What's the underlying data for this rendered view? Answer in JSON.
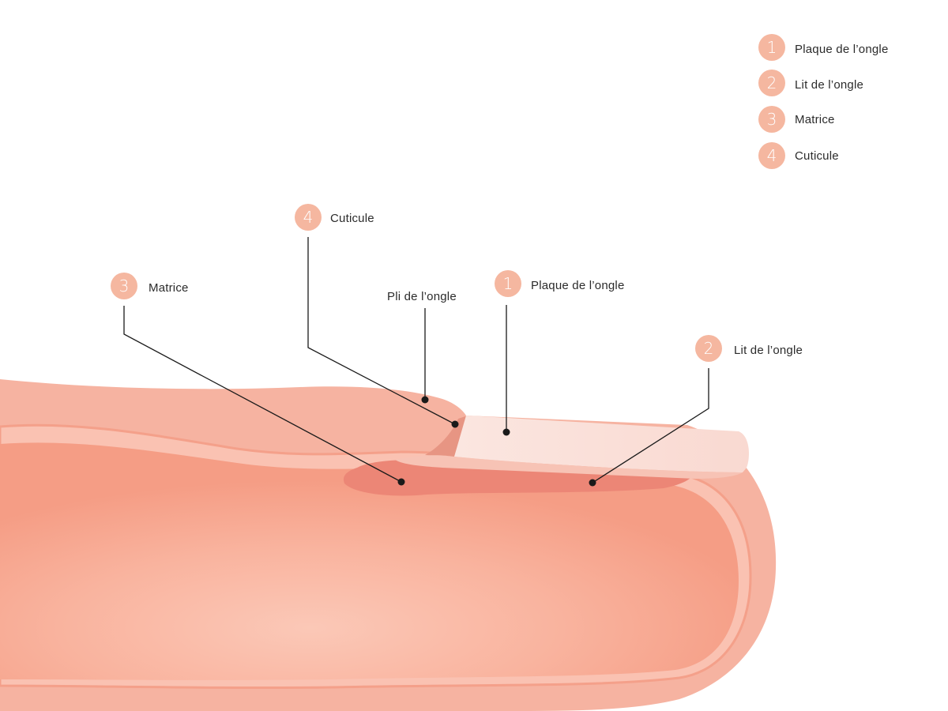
{
  "colors": {
    "badge": "#f5b7a0",
    "skin_outer": "#f6b3a1",
    "skin_inner": "#f7a88f",
    "skin_highlight": "#fbcfc0",
    "nail_plate": "#fbe1da",
    "nail_bed": "#ec8676",
    "cuticle_fold": "#f4a594",
    "leader": "#1a1a1a"
  },
  "legend": {
    "items": [
      {
        "number": "1",
        "label": "Plaque de l’ongle"
      },
      {
        "number": "2",
        "label": "Lit de l’ongle"
      },
      {
        "number": "3",
        "label": "Matrice"
      },
      {
        "number": "4",
        "label": "Cuticule"
      }
    ]
  },
  "callouts": {
    "cuticle": {
      "number": "4",
      "label": "Cuticule"
    },
    "matrix": {
      "number": "3",
      "label": "Matrice"
    },
    "fold": {
      "label": "Pli de l’ongle"
    },
    "plate": {
      "number": "1",
      "label": "Plaque de l’ongle"
    },
    "bed": {
      "number": "2",
      "label": "Lit de l’ongle"
    }
  }
}
